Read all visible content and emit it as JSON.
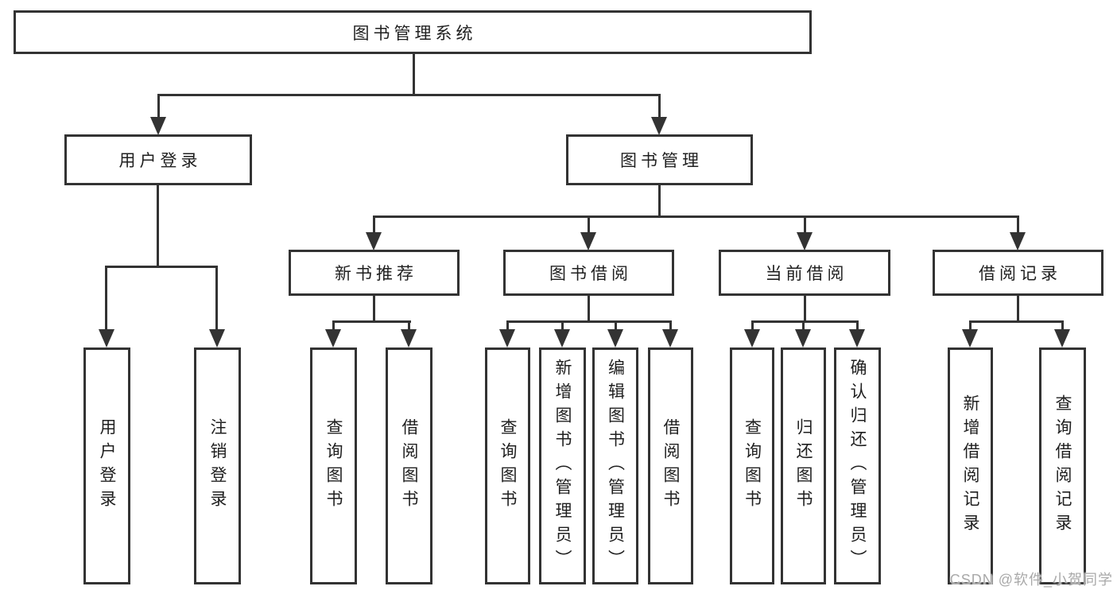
{
  "colors": {
    "line": "#333333",
    "text": "#1f1f1f",
    "watermark": "#a9a9a9",
    "background": "#ffffff"
  },
  "watermark": "CSDN @软件_小贺同学",
  "nodes": {
    "root": "图书管理系统",
    "user_login": "用户登录",
    "book_management": "图书管理",
    "new_book_rec": "新书推荐",
    "book_borrow": "图书借阅",
    "current_borrow": "当前借阅",
    "borrow_records": "借阅记录",
    "user_login_leaf": "用户登录",
    "logout_leaf": "注销登录",
    "nbr_query_books": "查询图书",
    "nbr_borrow_books": "借阅图书",
    "bb_query_books": "查询图书",
    "bb_add_books": "新增图书（管理员）",
    "bb_edit_books": "编辑图书（管理员）",
    "bb_borrow_books": "借阅图书",
    "cb_query_books": "查询图书",
    "cb_return_books": "归还图书",
    "cb_confirm_return": "确认归还（管理员）",
    "br_add_record": "新增借阅记录",
    "br_query_record": "查询借阅记录"
  }
}
